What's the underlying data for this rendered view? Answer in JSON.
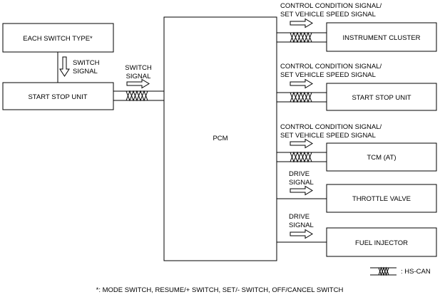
{
  "boxes": {
    "each_switch_type": "EACH SWITCH TYPE*",
    "start_stop_unit_left": "START STOP UNIT",
    "pcm": "PCM",
    "instrument_cluster": "INSTRUMENT CLUSTER",
    "start_stop_unit_right": "START STOP UNIT",
    "tcm": "TCM (AT)",
    "throttle_valve": "THROTTLE VALVE",
    "fuel_injector": "FUEL INJECTOR"
  },
  "signals": {
    "switch_signal_vertical": [
      "SWITCH",
      "SIGNAL"
    ],
    "switch_signal_can": [
      "SWITCH",
      "SIGNAL"
    ],
    "control_condition_1": [
      "CONTROL CONDITION SIGNAL/",
      "SET VEHICLE SPEED SIGNAL"
    ],
    "control_condition_2": [
      "CONTROL CONDITION SIGNAL/",
      "SET VEHICLE SPEED SIGNAL"
    ],
    "control_condition_3": [
      "CONTROL CONDITION SIGNAL/",
      "SET VEHICLE SPEED SIGNAL"
    ],
    "drive_signal_throttle": [
      "DRIVE",
      "SIGNAL"
    ],
    "drive_signal_injector": [
      "DRIVE",
      "SIGNAL"
    ]
  },
  "legend": {
    "hs_can": ": HS-CAN"
  },
  "footnote": "*: MODE SWITCH, RESUME/+ SWITCH, SET/- SWITCH, OFF/CANCEL SWITCH"
}
